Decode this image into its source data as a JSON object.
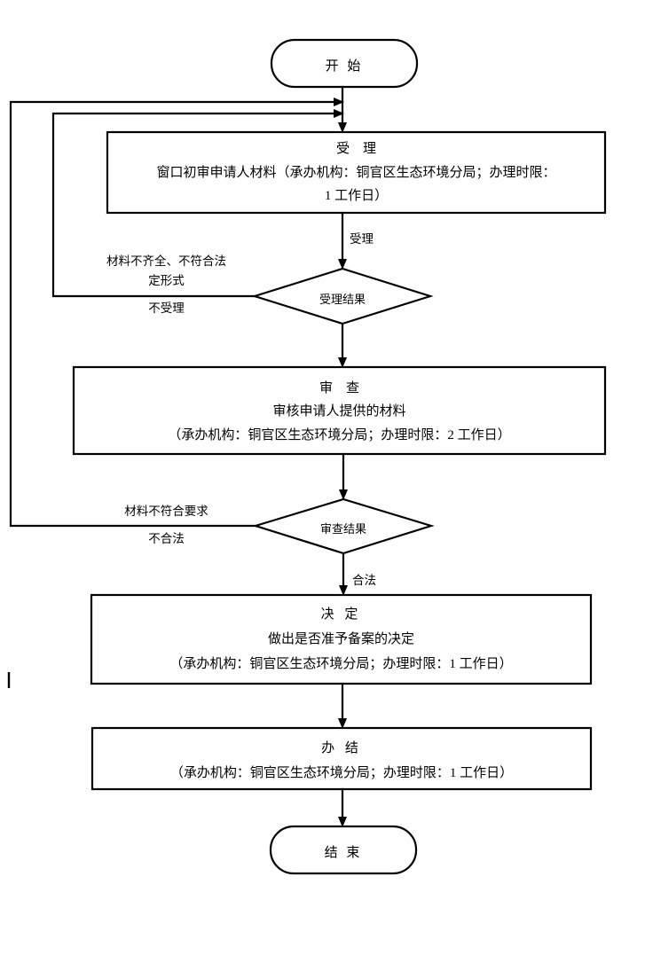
{
  "diagram": {
    "title_terminators": {
      "start": "开 始",
      "end": "结 束"
    },
    "nodes": [
      {
        "id": "start",
        "shape": "terminator",
        "label": "开 始"
      },
      {
        "id": "accept",
        "shape": "process",
        "heading": "受　理",
        "line1": "窗口初审申请人材料（承办机构：铜官区生态环境分局；办理时限：",
        "line2": "1 工作日）"
      },
      {
        "id": "accept_result",
        "shape": "decision",
        "label": "受理结果"
      },
      {
        "id": "review",
        "shape": "process",
        "heading": "审　查",
        "line1": "审核申请人提供的材料",
        "line2": "（承办机构：铜官区生态环境分局；办理时限：2 工作日）"
      },
      {
        "id": "review_result",
        "shape": "decision",
        "label": "审查结果"
      },
      {
        "id": "decide",
        "shape": "process",
        "heading": "决 定",
        "line1": "做出是否准予备案的决定",
        "line2": "（承办机构：铜官区生态环境分局；办理时限：1 工作日）"
      },
      {
        "id": "complete",
        "shape": "process",
        "heading": "办 结",
        "line1": "（承办机构：铜官区生态环境分局；办理时限：1 工作日）"
      },
      {
        "id": "end",
        "shape": "terminator",
        "label": "结 束"
      }
    ],
    "edge_labels": {
      "start_to_accept": "",
      "accept_to_result": "受理",
      "reject_line1": "材料不齐全、不符合法",
      "reject_line2": "定形式",
      "reject_line3": "不受理",
      "result_to_review": "",
      "review_reject_line1": "材料不符合要求",
      "review_reject_line2": "不合法",
      "review_pass": "合法"
    },
    "colors": {
      "stroke": "#000000",
      "fill": "#ffffff",
      "text": "#000000"
    }
  }
}
